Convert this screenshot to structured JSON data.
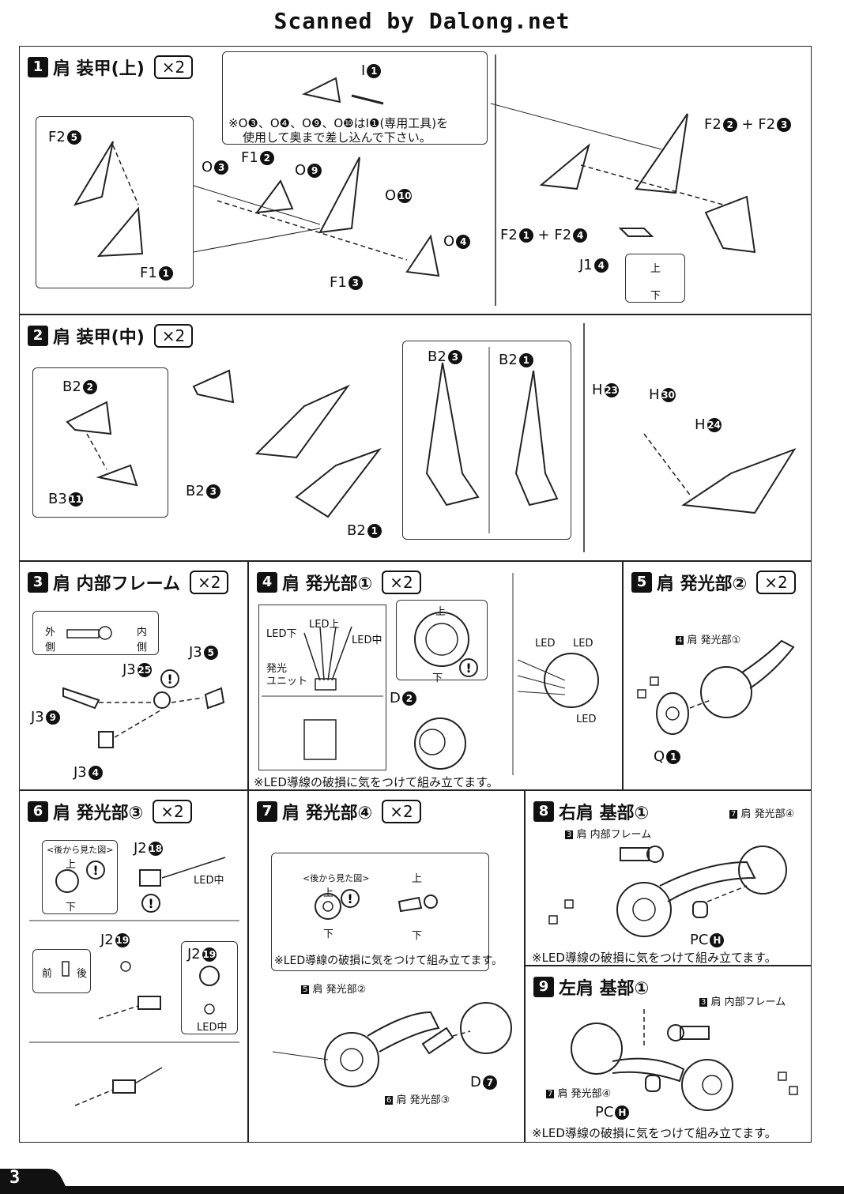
{
  "header": {
    "scan_credit": "Scanned by Dalong.net"
  },
  "page_number": "3",
  "sections": {
    "s1": {
      "num": "1",
      "title": "肩 装甲(上)",
      "mult": "×2",
      "note_line1": "※O❸、O❹、O❾、O❿はI❶(専用工具)を",
      "note_line2": "使用して奥まで差し込んで下さい。",
      "labels": [
        "F2",
        "F1",
        "O",
        "F1",
        "O",
        "O",
        "I",
        "O",
        "F1",
        "F2",
        "+ F2",
        "F2",
        "+ F2",
        "J1"
      ],
      "part_nums": [
        "5",
        "1",
        "3",
        "2",
        "9",
        "10",
        "1",
        "4",
        "3",
        "2",
        "3",
        "1",
        "4",
        "4"
      ],
      "up": "上",
      "down": "下"
    },
    "s2": {
      "num": "2",
      "title": "肩 装甲(中)",
      "mult": "×2",
      "labels": [
        "B2",
        "B3",
        "B2",
        "B2",
        "B2",
        "B2",
        "H",
        "H",
        "H"
      ],
      "part_nums": [
        "2",
        "11",
        "3",
        "1",
        "3",
        "1",
        "23",
        "30",
        "24"
      ]
    },
    "s3": {
      "num": "3",
      "title": "肩 内部フレーム",
      "mult": "×2",
      "outer": "外側",
      "inner": "内側",
      "labels": [
        "J3",
        "J3",
        "J3",
        "J3"
      ],
      "part_nums": [
        "25",
        "5",
        "9",
        "4"
      ]
    },
    "s4": {
      "num": "4",
      "title": "肩 発光部①",
      "mult": "×2",
      "led_up": "LED上",
      "led_down": "LED下",
      "led_mid": "LED中",
      "led": "LED",
      "unit_line1": "発光",
      "unit_line2": "ユニット",
      "up": "上",
      "down": "下",
      "d_label": "D",
      "d_num": "2",
      "warning": "※LED導線の破損に気をつけて組み立てます。"
    },
    "s5": {
      "num": "5",
      "title": "肩 発光部②",
      "mult": "×2",
      "ref": "肩 発光部①",
      "ref_num": "4",
      "q_label": "Q",
      "q_num": "1"
    },
    "s6": {
      "num": "6",
      "title": "肩 発光部③",
      "mult": "×2",
      "back_view": "<後から見た図>",
      "up": "上",
      "down": "下",
      "front": "前",
      "back": "後",
      "led_mid": "LED中",
      "labels": [
        "J2",
        "J2",
        "J2"
      ],
      "part_nums": [
        "18",
        "19",
        "19"
      ]
    },
    "s7": {
      "num": "7",
      "title": "肩 発光部④",
      "mult": "×2",
      "back_view": "<後から見た図>",
      "up": "上",
      "down": "下",
      "warning": "※LED導線の破損に気をつけて組み立てます。",
      "ref1": "肩 発光部②",
      "ref1_num": "5",
      "ref2": "肩 発光部③",
      "ref2_num": "6",
      "d_label": "D",
      "d_num": "7"
    },
    "s8": {
      "num": "8",
      "title": "右肩 基部①",
      "ref1": "肩 内部フレーム",
      "ref1_num": "3",
      "ref2": "肩 発光部④",
      "ref2_num": "7",
      "pc": "PC",
      "pc_num": "H",
      "warning": "※LED導線の破損に気をつけて組み立てます。"
    },
    "s9": {
      "num": "9",
      "title": "左肩 基部①",
      "ref1": "肩 内部フレーム",
      "ref1_num": "3",
      "ref2": "肩 発光部④",
      "ref2_num": "7",
      "pc": "PC",
      "pc_num": "H",
      "warning": "※LED導線の破損に気をつけて組み立てます。"
    }
  }
}
